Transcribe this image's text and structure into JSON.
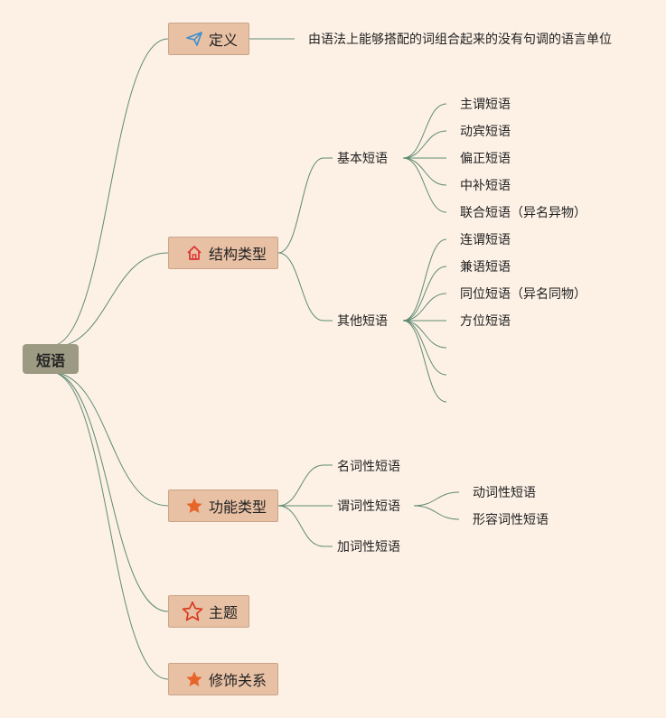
{
  "root": {
    "label": "短语"
  },
  "branches": {
    "definition": {
      "label": "定义",
      "icon": "paper-plane-icon",
      "text": "由语法上能够搭配的词组合起来的没有句调的语言单位"
    },
    "structure": {
      "label": "结构类型",
      "icon": "house-icon",
      "basic": {
        "label": "基本短语",
        "items": [
          "主谓短语",
          "动宾短语",
          "偏正短语",
          "中补短语",
          "联合短语（异名异物）"
        ]
      },
      "other": {
        "label": "其他短语",
        "items": [
          "连谓短语",
          "兼语短语",
          "同位短语（异名同物）",
          "方位短语",
          "",
          "",
          ""
        ]
      }
    },
    "function": {
      "label": "功能类型",
      "icon": "star-filled-icon",
      "noun": {
        "label": "名词性短语"
      },
      "verb": {
        "label": "谓词性短语",
        "items": [
          "动词性短语",
          "形容词性短语"
        ]
      },
      "adverb": {
        "label": "加词性短语"
      }
    },
    "topic": {
      "label": "主题",
      "icon": "star-outline-icon"
    },
    "modifier": {
      "label": "修饰关系",
      "icon": "star-filled-icon"
    }
  },
  "colors": {
    "background": "#fdf1e6",
    "root_fill": "#9c9a82",
    "box_fill": "#e8c0a4",
    "edge": "#5f8a72",
    "plane": "#3a8fcf",
    "house": "#d33",
    "star": "#e8652a"
  }
}
